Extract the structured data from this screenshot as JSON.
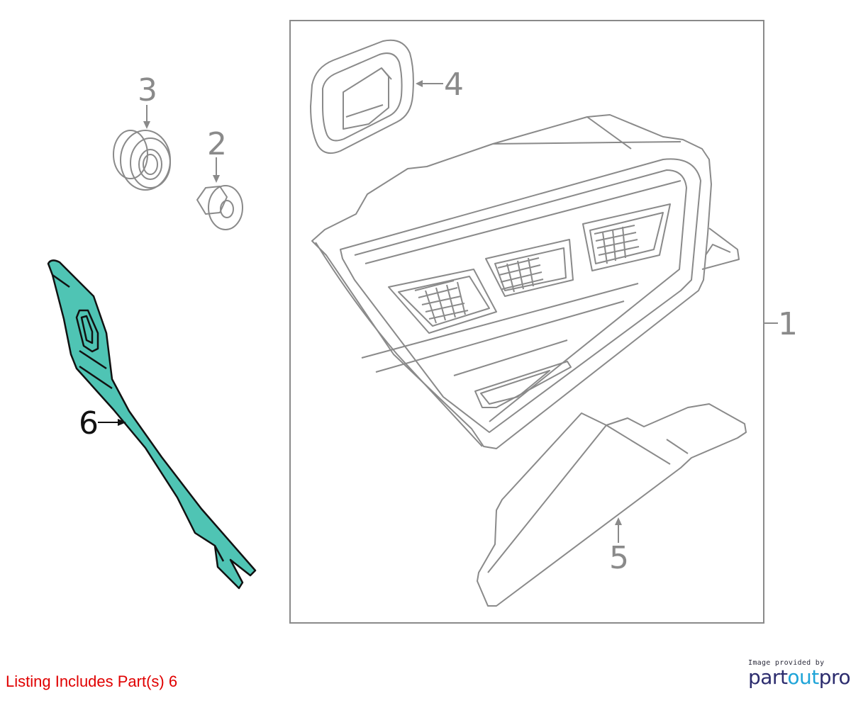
{
  "callouts": {
    "c1": "1",
    "c2": "2",
    "c3": "3",
    "c4": "4",
    "c5": "5",
    "c6": "6"
  },
  "listing_text": "Listing Includes Part(s) 6",
  "branding": {
    "provided_by": "Image provided by",
    "logo_part1": "part",
    "logo_part2": "out",
    "logo_part3": "pro"
  },
  "colors": {
    "highlight_fill": "#4fc4b4",
    "line_grey": "#8a8a8a",
    "listing_red": "#e00000",
    "brand_navy": "#2c2c6e",
    "brand_blue": "#1ea4d8"
  }
}
